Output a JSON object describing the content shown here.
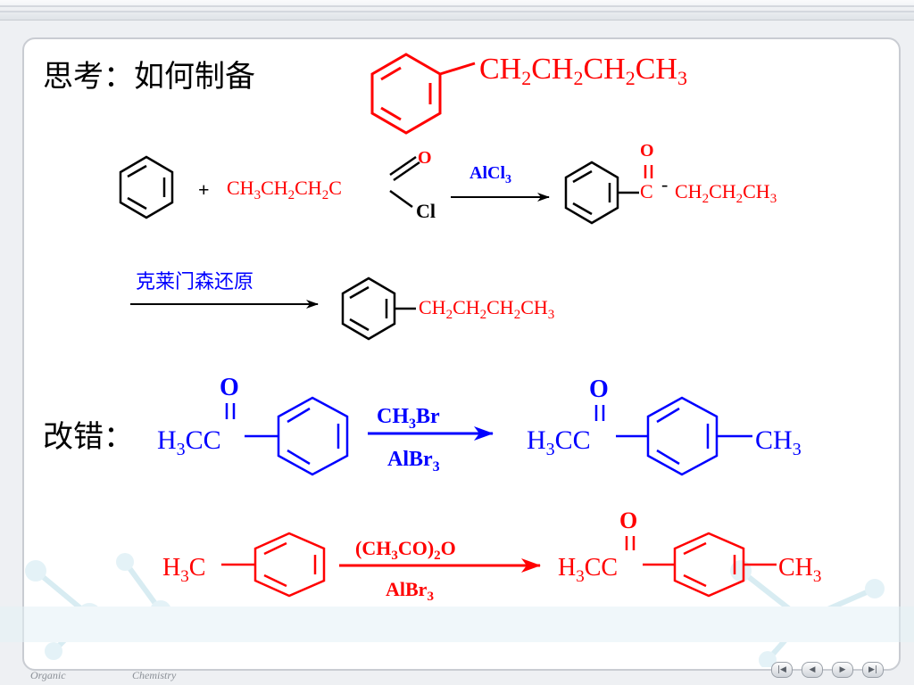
{
  "title": "思考：如何制备",
  "target": {
    "chain": [
      "CH",
      "2",
      "CH",
      "2",
      "CH",
      "2",
      "CH",
      "3"
    ]
  },
  "step1": {
    "plus": "+",
    "acyl_chain": [
      "CH",
      "3",
      "CH",
      "2",
      "CH",
      "2",
      "C"
    ],
    "carbonyl_o": "O",
    "chloride": "Cl",
    "catalyst": [
      "AlCl",
      "3"
    ],
    "product_carbon": "C",
    "product_dash": "-",
    "product_o": "O",
    "product_chain": [
      "CH",
      "2",
      "CH",
      "2",
      "CH",
      "3"
    ]
  },
  "step2": {
    "reagent": "克莱门森还原",
    "product_chain": [
      "CH",
      "2",
      "CH",
      "2",
      "CH",
      "2",
      "CH",
      "3"
    ]
  },
  "correction": {
    "label": "改错：",
    "reaction1": {
      "reactant_left": [
        "H",
        "3",
        "CC"
      ],
      "reactant_o": "O",
      "reagent_top": [
        "CH",
        "3",
        "Br"
      ],
      "reagent_bottom": [
        "AlBr",
        "3"
      ],
      "product_left": [
        "H",
        "3",
        "CC"
      ],
      "product_o": "O",
      "product_right": [
        "CH",
        "3"
      ]
    },
    "reaction2": {
      "reactant_left": [
        "H",
        "3",
        "C"
      ],
      "reagent_top": [
        "(CH",
        "3",
        "CO)",
        "2",
        "O"
      ],
      "reagent_bottom": [
        "AlBr",
        "3"
      ],
      "product_left": [
        "H",
        "3",
        "CC"
      ],
      "product_o": "O",
      "product_right": [
        "CH",
        "3"
      ]
    }
  },
  "footer": {
    "left": "Organic",
    "right": "Chemistry"
  },
  "nav_buttons": [
    "first",
    "prev",
    "next",
    "last"
  ],
  "colors": {
    "red": "#ff0000",
    "blue": "#0000ff",
    "black": "#000000"
  }
}
